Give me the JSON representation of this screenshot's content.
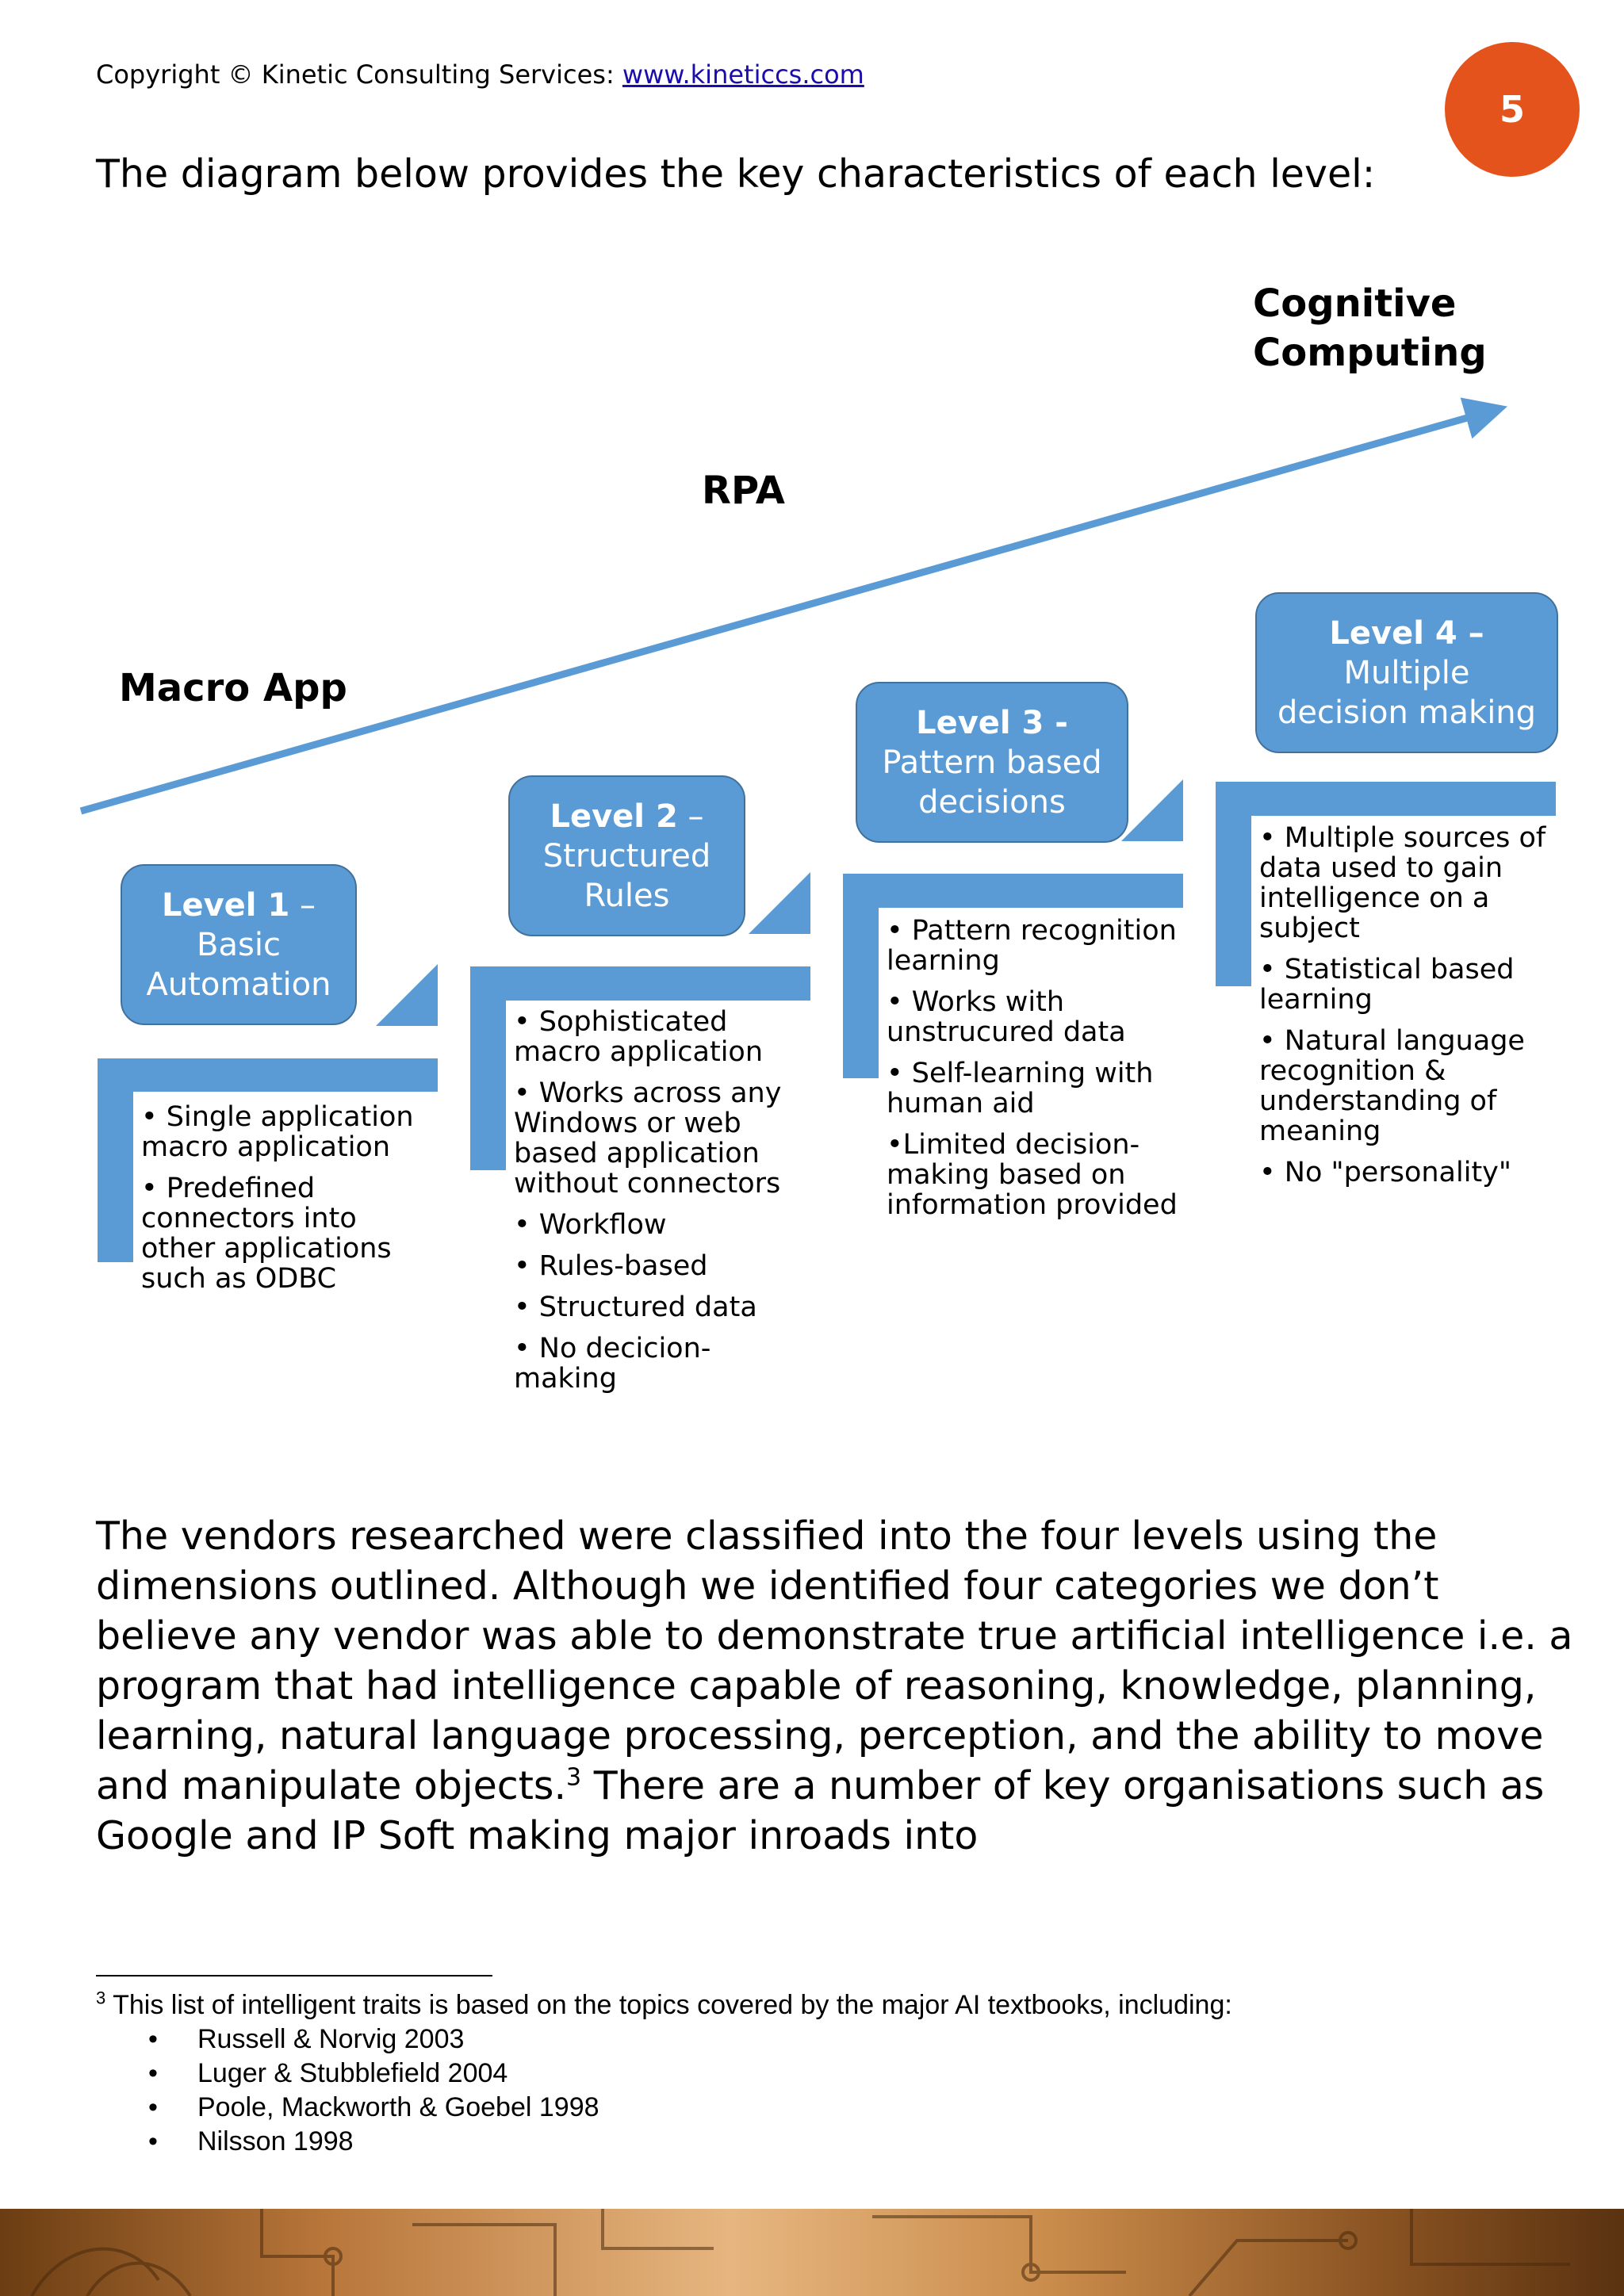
{
  "header": {
    "copyright_text": "Copyright © Kinetic Consulting Services: ",
    "copyright_link": "www.kineticcs.com",
    "page_number": "5"
  },
  "intro": "The diagram below provides the key characteristics of each level:",
  "diagram": {
    "arrow_labels": {
      "top": [
        "Cognitive",
        "Computing"
      ],
      "middle": "RPA",
      "bottom": "Macro App"
    },
    "accent_color": "#5b9bd5",
    "levels": [
      {
        "title": "Level 1",
        "sep": " –",
        "name": [
          "Basic",
          "Automation"
        ],
        "bullets": [
          "• Single application macro application",
          "• Predefined connectors into other applications such as ODBC"
        ]
      },
      {
        "title": "Level 2",
        "sep": " –",
        "name": [
          "Structured",
          "Rules"
        ],
        "bullets": [
          "• Sophisticated macro application",
          "• Works across any Windows or web based application without connectors",
          "• Workflow",
          "• Rules-based",
          "• Structured data",
          "• No decicion-making"
        ]
      },
      {
        "title": "Level 3 -",
        "sep": "",
        "name": [
          "Pattern based",
          "decisions"
        ],
        "bullets": [
          " • Pattern recognition learning",
          "• Works with unstrucured data",
          "• Self-learning with human aid",
          "•Limited decision-making based on information provided"
        ]
      },
      {
        "title": "Level 4 –",
        "sep": "",
        "name": [
          "Multiple",
          "decision making"
        ],
        "bullets": [
          " • Multiple sources of data used to gain intelligence on a subject",
          "• Statistical based learning",
          "• Natural language recognition & understanding of meaning",
          "• No \"personality\""
        ]
      }
    ]
  },
  "body": {
    "text_before_ref": "The vendors researched were classified into the four levels using the dimensions outlined. Although we identified four categories we don’t believe any vendor was able to demonstrate true artificial intelligence i.e. a program that had intelligence capable of reasoning, knowledge, planning, learning, natural language processing, perception, and the ability to move and manipulate objects.",
    "ref": "3",
    "text_after_ref": " There are a number of key organisations such as Google and IP Soft making major inroads into"
  },
  "footnote": {
    "ref": "3",
    "text": " This list of intelligent traits is based on the topics covered by the major AI textbooks, including:",
    "items": [
      "Russell & Norvig 2003",
      "Luger & Stubblefield 2004",
      "Poole, Mackworth & Goebel 1998",
      "Nilsson 1998"
    ]
  }
}
